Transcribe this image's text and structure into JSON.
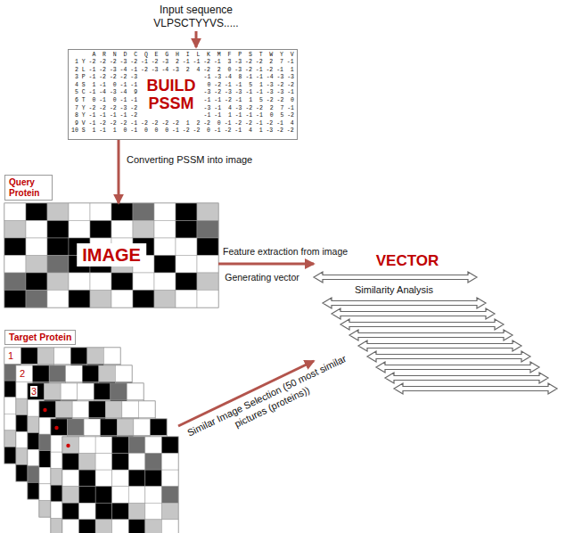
{
  "diagram": {
    "nodes": [
      {
        "text": [
          "BUILD PSSM"
        ]
      },
      {
        "text": [
          "Query Protein",
          "IMAGE"
        ]
      },
      {
        "text": [
          "VECTOR"
        ]
      },
      {
        "text": [
          "Target Protein"
        ]
      }
    ],
    "edges": [
      {
        "from": 0,
        "to": 1,
        "arrow": "to",
        "label": "Converting PSSM into image"
      },
      {
        "from": 1,
        "to": 2,
        "arrow": "to"
      },
      {
        "from": 3,
        "to": 2,
        "arrow": "to",
        "label": "Similar Image Selection (50 most similar pictures (proteins))"
      }
    ],
    "labels": [
      "Input sequence",
      "VLPSCTYYVS.....",
      "      A  R  N  D  C  Q  E  G  H  I  L  K  M  F  P  S  T  W  Y  V",
      " 1 Y -2 -2 -2 -3 -2 -1 -2 -3  2 -1 -1 -2 -1  3 -3 -2 -2  2  7 -1",
      " 2 L -1 -2 -3 -4 -1 -2 -3 -4 -3  2  4 -2  2  0 -3 -2 -1 -2 -1  1",
      " 3 P -1 -2 -2 -2 -3",
      "-1 -3 -4  8 -1 -1 -4 -3 -3",
      " 4 S  1 -1  0 -1 -1",
      "0 -2 -1 -1  5  1 -3 -2 -2",
      " 5 C -1 -4 -3 -4  9",
      "-3 -2 -3 -3 -1 -1 -3 -3 -1",
      " 6 T  0 -1  0 -1 -1",
      "-1 -1 -2 -1  1  5 -2 -2  0",
      " 7 Y -2 -2 -2 -3 -2",
      "-3 -1  4 -3 -2 -2  2  7 -1",
      " 8 Y -1 -1 -1 -1 -2",
      "-1 -1  1 -1 -1 -1  0  5 -2",
      " 9 V -1 -2 -2 -2 -1 -2 -2 -2 -2  1  2 -2  0 -1 -2 -2 -1 -2 -1  4",
      "10 S  1 -1  1  0 -1  0  0  0 -1 -2 -2  0 -1 -2 -1  4  1 -3 -2 -2",
      "Feature extraction from image",
      "Generating vector",
      "Similarity Analysis",
      "1",
      "2",
      "3"
    ]
  }
}
